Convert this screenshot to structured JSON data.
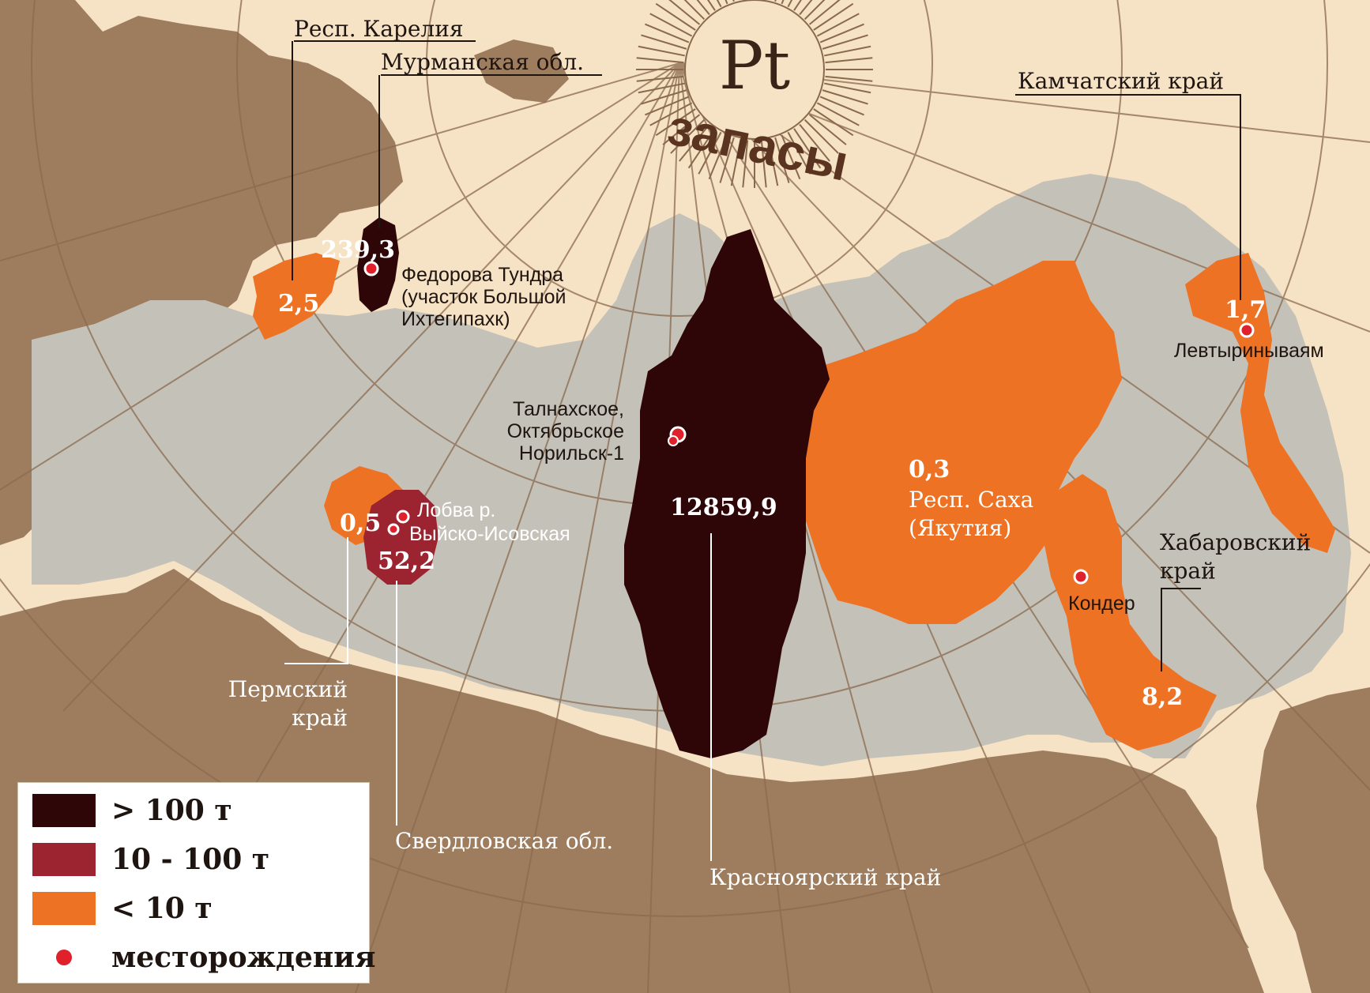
{
  "colors": {
    "sea": "#f6e2c4",
    "foreign_land": "#9e7c5e",
    "russia": "#c4c1b8",
    "class_gt_100": "#2e0608",
    "class_10_100": "#9b2430",
    "class_lt_10": "#ee7223",
    "deposit_dot": "#e0202a",
    "graticule": "#8a6a4e"
  },
  "title": {
    "symbol": "Pt",
    "subtitle": "запасы"
  },
  "regions": [
    {
      "name": "Респ. Карелия",
      "value": "2,5",
      "class": "lt_10"
    },
    {
      "name": "Мурманская обл.",
      "value": "239,3",
      "class": "gt_100"
    },
    {
      "name": "Камчатский край",
      "value": "1,7",
      "class": "lt_10"
    },
    {
      "name": "Пермский край",
      "value": "0,5",
      "class": "lt_10"
    },
    {
      "name": "Свердловская обл.",
      "value": "52,2",
      "class": "10_100"
    },
    {
      "name": "Красноярский край",
      "value": "12859,9",
      "class": "gt_100"
    },
    {
      "name": "Респ. Саха (Якутия)",
      "value": "0,3",
      "class": "lt_10"
    },
    {
      "name": "Хабаровский край",
      "value": "8,2",
      "class": "lt_10"
    }
  ],
  "labels": {
    "karelia": "Респ. Карелия",
    "murmansk": "Мурманская обл.",
    "kamchatka": "Камчатский край",
    "perm_1": "Пермский",
    "perm_2": "край",
    "sverdlovsk": "Свердловская обл.",
    "krasnoyarsk": "Красноярский край",
    "sakha_1": "Респ. Саха",
    "sakha_2": "(Якутия)",
    "khabarovsk_1": "Хабаровский",
    "khabarovsk_2": "край"
  },
  "values": {
    "karelia": "2,5",
    "murmansk": "239,3",
    "kamchatka": "1,7",
    "perm": "0,5",
    "sverdlovsk": "52,2",
    "krasnoyarsk": "12859,9",
    "sakha": "0,3",
    "khabarovsk": "8,2"
  },
  "deposits": {
    "fedorova_1": "Федорова Тундра",
    "fedorova_2": "(участок Большой",
    "fedorova_3": "Ихтегипахк)",
    "talnakh_1": "Талнахское,",
    "talnakh_2": "Октябрьское",
    "talnakh_3": "Норильск-1",
    "lobva": "Лобва р.",
    "vyisko": "Выйско-Исовская",
    "levtyr": "Левтыринываям",
    "konder": "Кондер"
  },
  "legend": {
    "items": [
      {
        "label": "> 100 т",
        "color": "#2e0608"
      },
      {
        "label": "10 - 100 т",
        "color": "#9b2430"
      },
      {
        "label": "< 10 т",
        "color": "#ee7223"
      }
    ],
    "deposit_label": "месторождения"
  }
}
